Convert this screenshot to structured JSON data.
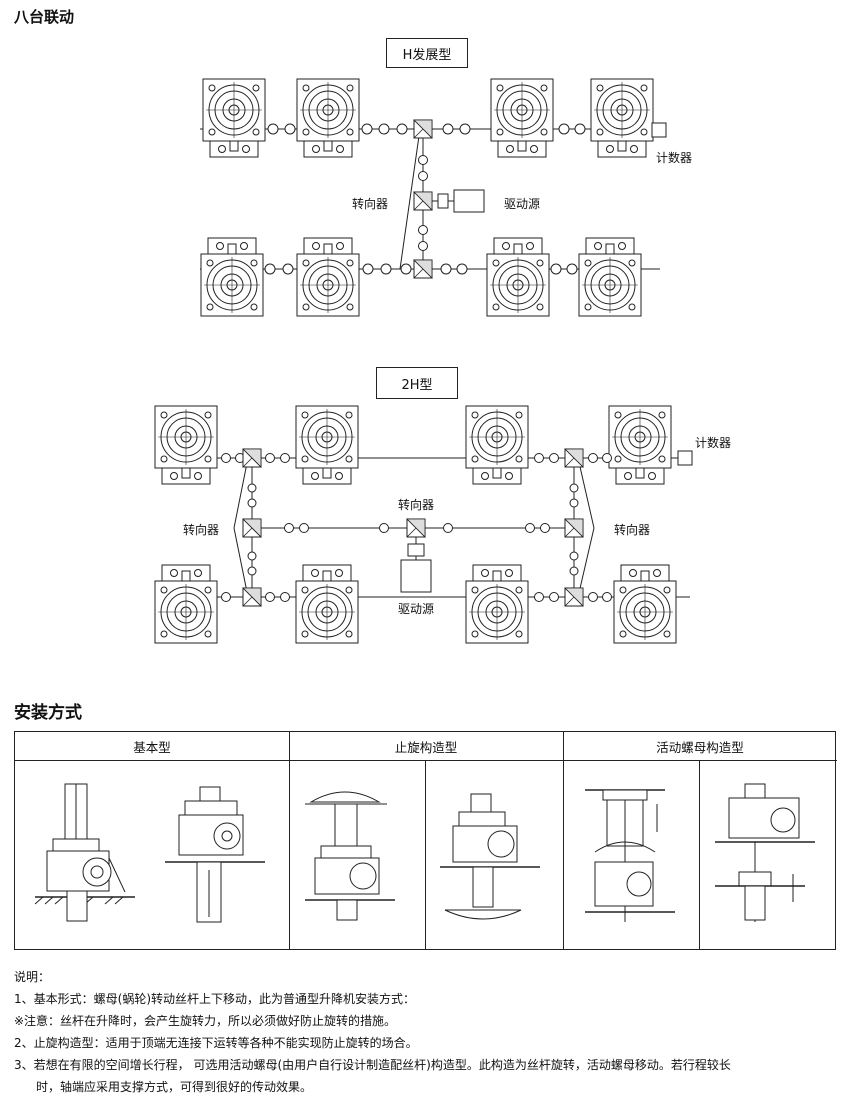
{
  "page_title": "八台联动",
  "h_diagram": {
    "title": "H发展型",
    "counter_label": "计数器",
    "diverter_label": "转向器",
    "drive_label": "驱动源"
  },
  "h2_diagram": {
    "title": "2H型",
    "counter_label": "计数器",
    "diverter_top_label": "转向器",
    "diverter_left_label": "转向器",
    "diverter_right_label": "转向器",
    "drive_label": "驱动源"
  },
  "install": {
    "section_title": "安装方式",
    "columns": [
      "基本型",
      "止旋构造型",
      "活动螺母构造型"
    ]
  },
  "notes": {
    "heading": "说明：",
    "items": [
      "1、基本形式：螺母(蜗轮)转动丝杆上下移动，此为普通型升降机安装方式：",
      "※注意：丝杆在升降时，会产生旋转力，所以必须做好防止旋转的措施。",
      "2、止旋构造型：适用于顶端无连接下运转等各种不能实现防止旋转的场合。",
      "3、若想在有限的空间增长行程，  可选用活动螺母(由用户自行设计制造配丝杆)构造型。此构造为丝杆旋转，活动螺母移动。若行程较长",
      "时，轴端应采用支撑方式，可得到很好的传动效果。"
    ]
  },
  "colors": {
    "line": "#222222",
    "background": "#ffffff"
  }
}
